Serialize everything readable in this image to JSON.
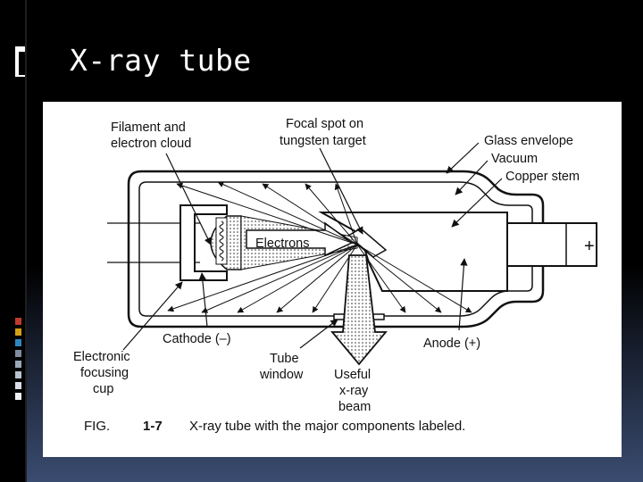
{
  "slide": {
    "title": "X-ray tube",
    "stripe_colors": [
      "#c0392b",
      "#d4a017",
      "#2e86c1",
      "#7d8c9e",
      "#9aa7b8",
      "#b8c2cf",
      "#d9dee6",
      "#eef1f5"
    ]
  },
  "figure": {
    "labels": {
      "filament": [
        "Filament and",
        "electron cloud"
      ],
      "focal_spot": [
        "Focal spot on",
        "tungsten target"
      ],
      "glass": "Glass envelope",
      "vacuum": "Vacuum",
      "copper": "Copper stem",
      "electrons": "Electrons",
      "plus": "+",
      "cathode": "Cathode (–)",
      "anode": "Anode (+)",
      "focusing": [
        "Electronic",
        "focusing",
        "cup"
      ],
      "window": [
        "Tube",
        "window"
      ],
      "beam": [
        "Useful",
        "x-ray",
        "beam"
      ]
    },
    "caption": {
      "fig": "FIG.",
      "num": "1-7",
      "text": "X-ray tube with the major components labeled."
    }
  }
}
